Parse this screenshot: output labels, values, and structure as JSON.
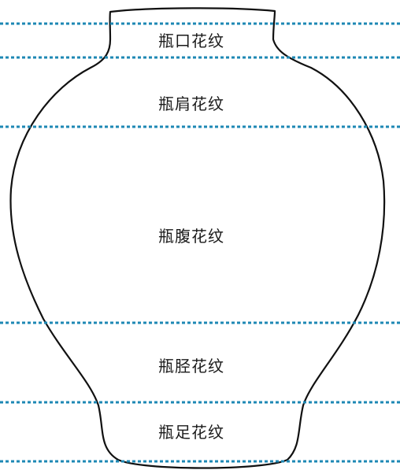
{
  "diagram": {
    "zones": [
      {
        "id": "mouth",
        "label": "瓶口花纹"
      },
      {
        "id": "shoulder",
        "label": "瓶肩花纹"
      },
      {
        "id": "belly",
        "label": "瓶腹花纹"
      },
      {
        "id": "shin",
        "label": "瓶胫花纹"
      },
      {
        "id": "foot",
        "label": "瓶足花纹"
      }
    ],
    "colors": {
      "divider": "#1e88b4",
      "outline": "#111111",
      "label": "#1a1a1a"
    }
  }
}
